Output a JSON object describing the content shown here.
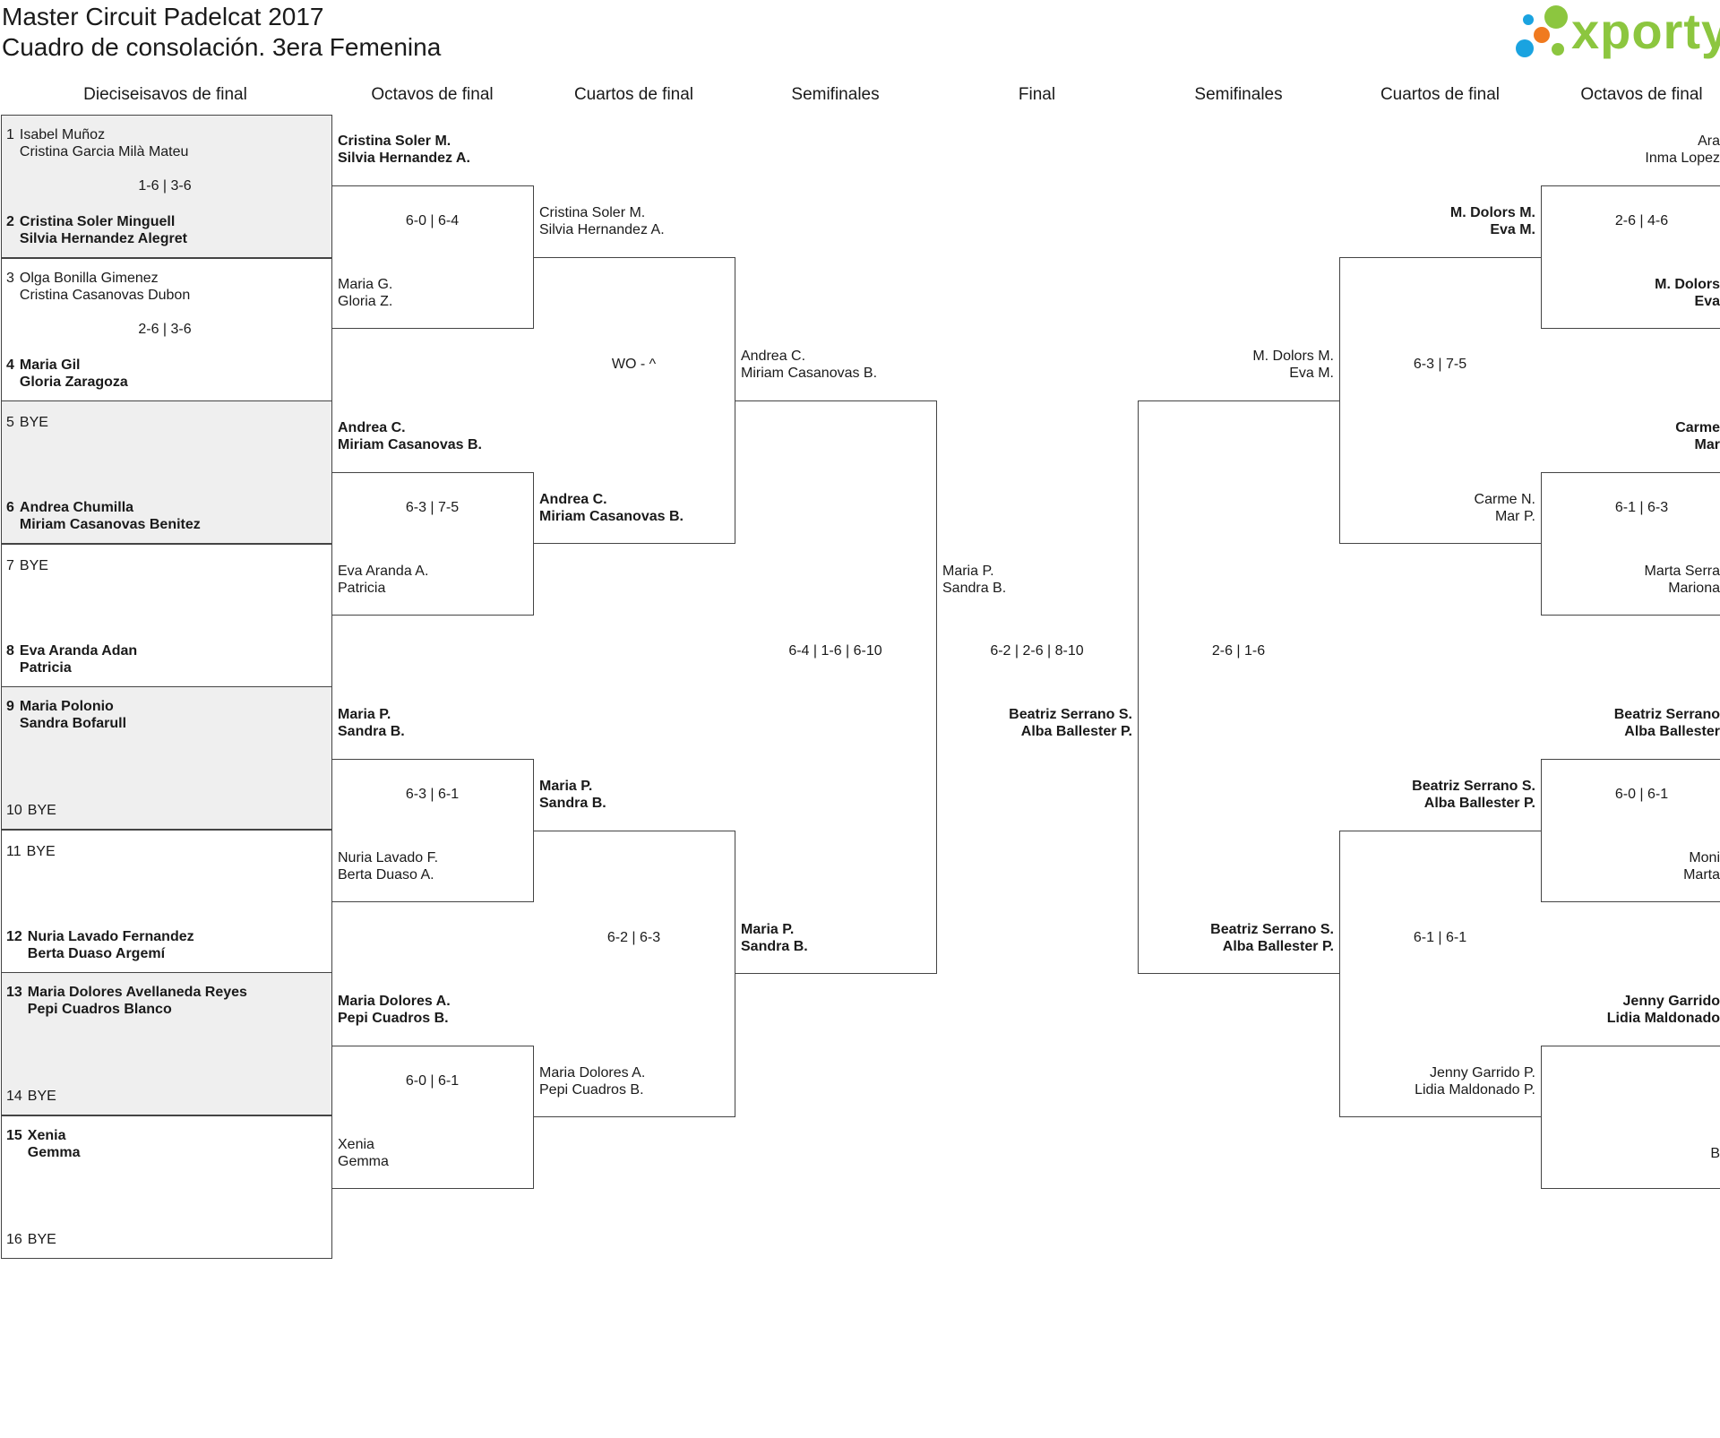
{
  "header": {
    "title": "Master Circuit Padelcat 2017",
    "subtitle": "Cuadro de consolación. 3era Femenina",
    "logo_text": "xporty",
    "logo_colors": {
      "text": "#8cc63f",
      "blue": "#1aa3e0",
      "orange": "#f07a1f",
      "green": "#8cc63f"
    }
  },
  "rounds": {
    "r16": "Dieciseisavos de final",
    "r8l": "Octavos de final",
    "qfl": "Cuartos de final",
    "sfl": "Semifinales",
    "final": "Final",
    "sfr": "Semifinales",
    "qfr": "Cuartos de final",
    "r8r": "Octavos de final"
  },
  "r16": [
    {
      "a": {
        "num": "1",
        "names": [
          "Isabel Muñoz",
          "Cristina Garcia Milà Mateu"
        ]
      },
      "b": {
        "num": "2",
        "names": [
          "Cristina Soler Minguell",
          "Silvia Hernandez Alegret"
        ]
      },
      "score": "1-6 | 3-6",
      "winner": "b"
    },
    {
      "a": {
        "num": "3",
        "names": [
          "Olga Bonilla Gimenez",
          "Cristina Casanovas Dubon"
        ]
      },
      "b": {
        "num": "4",
        "names": [
          "Maria Gil",
          "Gloria Zaragoza"
        ]
      },
      "score": "2-6 | 3-6",
      "winner": "b"
    },
    {
      "a": {
        "num": "5",
        "names": [
          "BYE"
        ]
      },
      "b": {
        "num": "6",
        "names": [
          "Andrea Chumilla",
          "Miriam Casanovas Benitez"
        ]
      },
      "score": "",
      "winner": "b"
    },
    {
      "a": {
        "num": "7",
        "names": [
          "BYE"
        ]
      },
      "b": {
        "num": "8",
        "names": [
          "Eva Aranda Adan",
          "Patricia"
        ]
      },
      "score": "",
      "winner": "b"
    },
    {
      "a": {
        "num": "9",
        "names": [
          "Maria Polonio",
          "Sandra Bofarull"
        ]
      },
      "b": {
        "num": "10",
        "names": [
          "BYE"
        ]
      },
      "score": "",
      "winner": "a"
    },
    {
      "a": {
        "num": "11",
        "names": [
          "BYE"
        ]
      },
      "b": {
        "num": "12",
        "names": [
          "Nuria Lavado Fernandez",
          "Berta Duaso Argemí"
        ]
      },
      "score": "",
      "winner": "b"
    },
    {
      "a": {
        "num": "13",
        "names": [
          "Maria Dolores Avellaneda Reyes",
          "Pepi Cuadros Blanco"
        ]
      },
      "b": {
        "num": "14",
        "names": [
          "BYE"
        ]
      },
      "score": "",
      "winner": "a"
    },
    {
      "a": {
        "num": "15",
        "names": [
          "Xenia",
          "Gemma"
        ]
      },
      "b": {
        "num": "16",
        "names": [
          "BYE"
        ]
      },
      "score": "",
      "winner": "a"
    }
  ],
  "r8l": [
    {
      "top": [
        "Cristina Soler M.",
        "Silvia Hernandez A."
      ],
      "bottom": [
        "Maria G.",
        "Gloria Z."
      ],
      "score": "6-0 | 6-4",
      "winner": "top"
    },
    {
      "top": [
        "Andrea C.",
        "Miriam Casanovas B."
      ],
      "bottom": [
        "Eva Aranda A.",
        "Patricia"
      ],
      "score": "6-3 | 7-5",
      "winner": "top"
    },
    {
      "top": [
        "Maria P.",
        "Sandra B."
      ],
      "bottom": [
        "Nuria Lavado F.",
        "Berta Duaso A."
      ],
      "score": "6-3 | 6-1",
      "winner": "top"
    },
    {
      "top": [
        "Maria Dolores A.",
        "Pepi Cuadros B."
      ],
      "bottom": [
        "Xenia",
        "Gemma"
      ],
      "score": "6-0 | 6-1",
      "winner": "top"
    }
  ],
  "qfl": [
    {
      "top": [
        "Cristina Soler M.",
        "Silvia Hernandez A."
      ],
      "bottom": [
        "Andrea C.",
        "Miriam Casanovas B."
      ],
      "score": "WO - ^",
      "winner": "bottom"
    },
    {
      "top": [
        "Maria P.",
        "Sandra B."
      ],
      "bottom": [
        "Maria Dolores A.",
        "Pepi Cuadros B."
      ],
      "score": "6-2 | 6-3",
      "winner": "top"
    }
  ],
  "sfl": {
    "top": [
      "Andrea C.",
      "Miriam Casanovas B."
    ],
    "bottom": [
      "Maria P.",
      "Sandra B."
    ],
    "score": "6-4 | 1-6 | 6-10",
    "winner": "bottom"
  },
  "final": {
    "left": [
      "Maria P.",
      "Sandra B."
    ],
    "right": [
      "Beatriz Serrano S.",
      "Alba Ballester P."
    ],
    "score": "6-2 | 2-6 | 8-10",
    "winner": "right"
  },
  "sfr": {
    "top": [
      "M. Dolors M.",
      "Eva M."
    ],
    "bottom": [
      "Beatriz Serrano S.",
      "Alba Ballester P."
    ],
    "score": "2-6 | 1-6",
    "winner": "bottom"
  },
  "qfr": [
    {
      "top": [
        "M. Dolors M.",
        "Eva M."
      ],
      "bottom": [
        "Carme N.",
        "Mar P."
      ],
      "score": "6-3 | 7-5",
      "winner": "top"
    },
    {
      "top": [
        "Beatriz Serrano S.",
        "Alba Ballester P."
      ],
      "bottom": [
        "Jenny Garrido P.",
        "Lidia Maldonado P."
      ],
      "score": "6-1 | 6-1",
      "winner": "top"
    }
  ],
  "r8r": [
    {
      "top": [
        "Ara",
        "Inma Lopez"
      ],
      "bottom": [
        "M. Dolors",
        "Eva"
      ],
      "score": "2-6 | 4-6",
      "winner": "bottom"
    },
    {
      "top": [
        "Carme",
        "Mar"
      ],
      "bottom": [
        "Marta Serra",
        "Mariona"
      ],
      "score": "6-1 | 6-3",
      "winner": "top"
    },
    {
      "top": [
        "Beatriz Serrano",
        "Alba Ballester"
      ],
      "bottom": [
        "Moni",
        "Marta"
      ],
      "score": "6-0 | 6-1",
      "winner": "top"
    },
    {
      "top": [
        "Jenny Garrido",
        "Lidia Maldonado"
      ],
      "bottom": [
        "B"
      ],
      "score": "",
      "winner": "top"
    }
  ]
}
